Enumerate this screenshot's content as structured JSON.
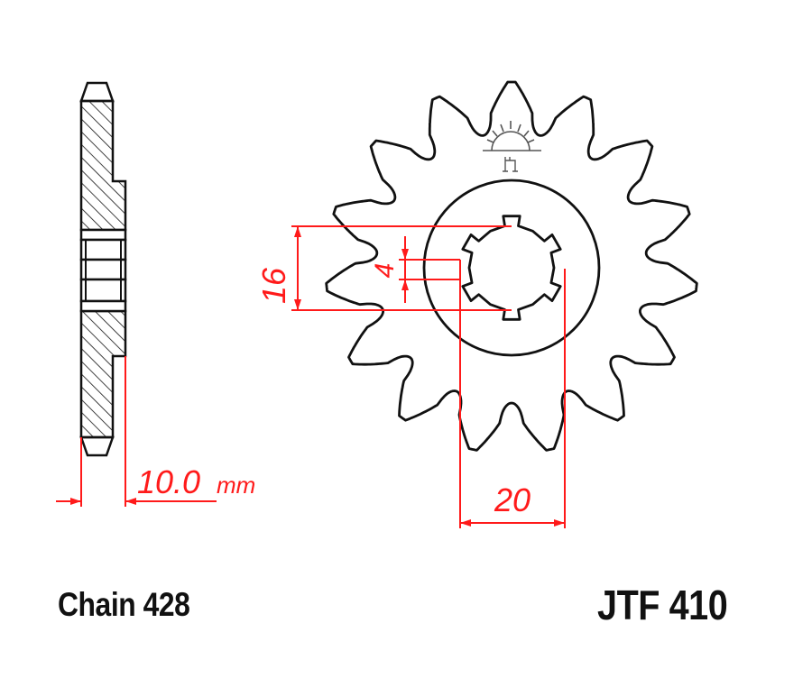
{
  "title": "Front sprocket technical drawing",
  "colors": {
    "outline": "#111111",
    "dimension": "#ff1a1a",
    "background": "#ffffff",
    "logo": "#555555"
  },
  "labels": {
    "chain": "Chain 428",
    "part_number": "JTF 410"
  },
  "dimensions": {
    "thickness_value": "10.0",
    "thickness_unit": "mm",
    "spline_outer": "16",
    "spline_width": "4",
    "spline_span": "20"
  },
  "sprocket": {
    "teeth": 15,
    "splines": 6
  },
  "icons": {
    "logo": "sunrise-logo-icon"
  }
}
